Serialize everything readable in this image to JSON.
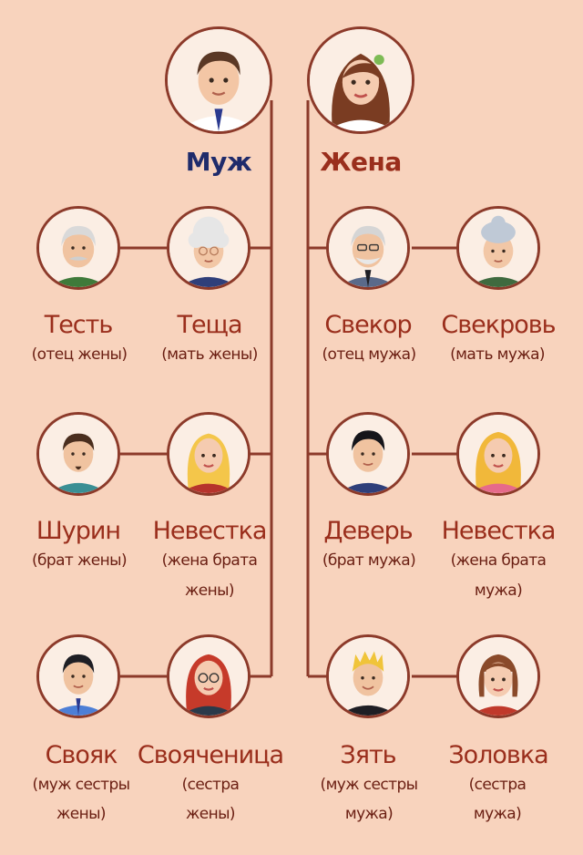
{
  "main": {
    "husband": {
      "name": "Муж",
      "avatar": "husband-portrait-icon"
    },
    "wife": {
      "name": "Жена",
      "avatar": "wife-portrait-icon"
    }
  },
  "wife_side": [
    {
      "name": "Тесть",
      "note": "(отец жены)",
      "avatar": "old-man-portrait-icon"
    },
    {
      "name": "Теща",
      "note": "(мать жены)",
      "avatar": "old-woman-portrait-icon"
    },
    {
      "name": "Шурин",
      "note": "(брат жены)",
      "avatar": "man-goatee-portrait-icon"
    },
    {
      "name": "Невестка",
      "note": "(жена брата жены)",
      "note_lines": [
        "(жена брата",
        "жены)"
      ],
      "avatar": "blonde-woman-portrait-icon"
    },
    {
      "name": "Свояк",
      "note_lines": [
        "(муж сестры",
        "жены)"
      ],
      "avatar": "dark-haired-man-portrait-icon"
    },
    {
      "name": "Свояченица",
      "note_lines": [
        "(сестра",
        "жены)"
      ],
      "avatar": "redhead-woman-glasses-portrait-icon"
    }
  ],
  "husband_side": [
    {
      "name": "Свекор",
      "note": "(отец мужа)",
      "avatar": "grandfather-glasses-portrait-icon"
    },
    {
      "name": "Свекровь",
      "note": "(мать мужа)",
      "avatar": "grandmother-portrait-icon"
    },
    {
      "name": "Деверь",
      "note": "(брат мужа)",
      "avatar": "black-haired-man-portrait-icon"
    },
    {
      "name": "Невестка",
      "note_lines": [
        "(жена брата",
        "мужа)"
      ],
      "avatar": "blonde-woman-pink-portrait-icon"
    },
    {
      "name": "Зять",
      "note_lines": [
        "(муж сестры",
        "мужа)"
      ],
      "avatar": "spiky-blond-man-portrait-icon"
    },
    {
      "name": "Золовка",
      "note_lines": [
        "(сестра",
        "мужа)"
      ],
      "avatar": "bob-haired-woman-portrait-icon"
    }
  ],
  "colors": {
    "background": "#f8d3bd",
    "line": "#8c3a2a",
    "husband_label": "#1f2b6b",
    "relative_label": "#9a2e1c"
  }
}
